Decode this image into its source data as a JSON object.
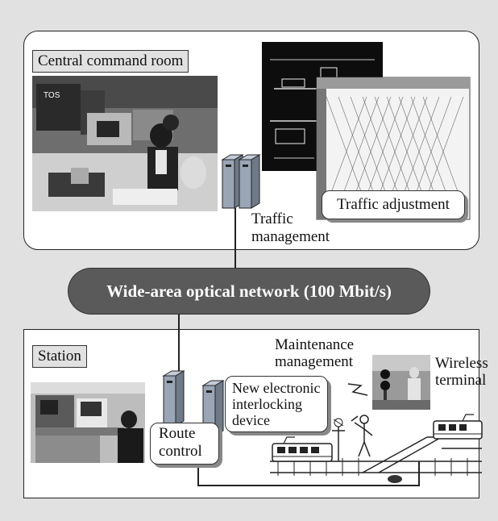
{
  "central": {
    "title": "Central command room",
    "traffic_adjustment": "Traffic adjustment",
    "traffic_management": [
      "Traffic",
      "management"
    ],
    "photo_sign": "TOS"
  },
  "network": {
    "label": "Wide-area optical network (100 Mbit/s)"
  },
  "station": {
    "title": "Station",
    "maintenance": [
      "Maintenance",
      "management"
    ],
    "wireless": [
      "Wireless",
      "terminal"
    ],
    "interlocking": [
      "New electronic",
      "interlocking",
      "device"
    ],
    "route_control": [
      "Route",
      "control"
    ]
  },
  "colors": {
    "background": "#e1e1e1",
    "panel": "#ffffff",
    "network": "#5a5a5a",
    "server": "#9aa5b5"
  }
}
